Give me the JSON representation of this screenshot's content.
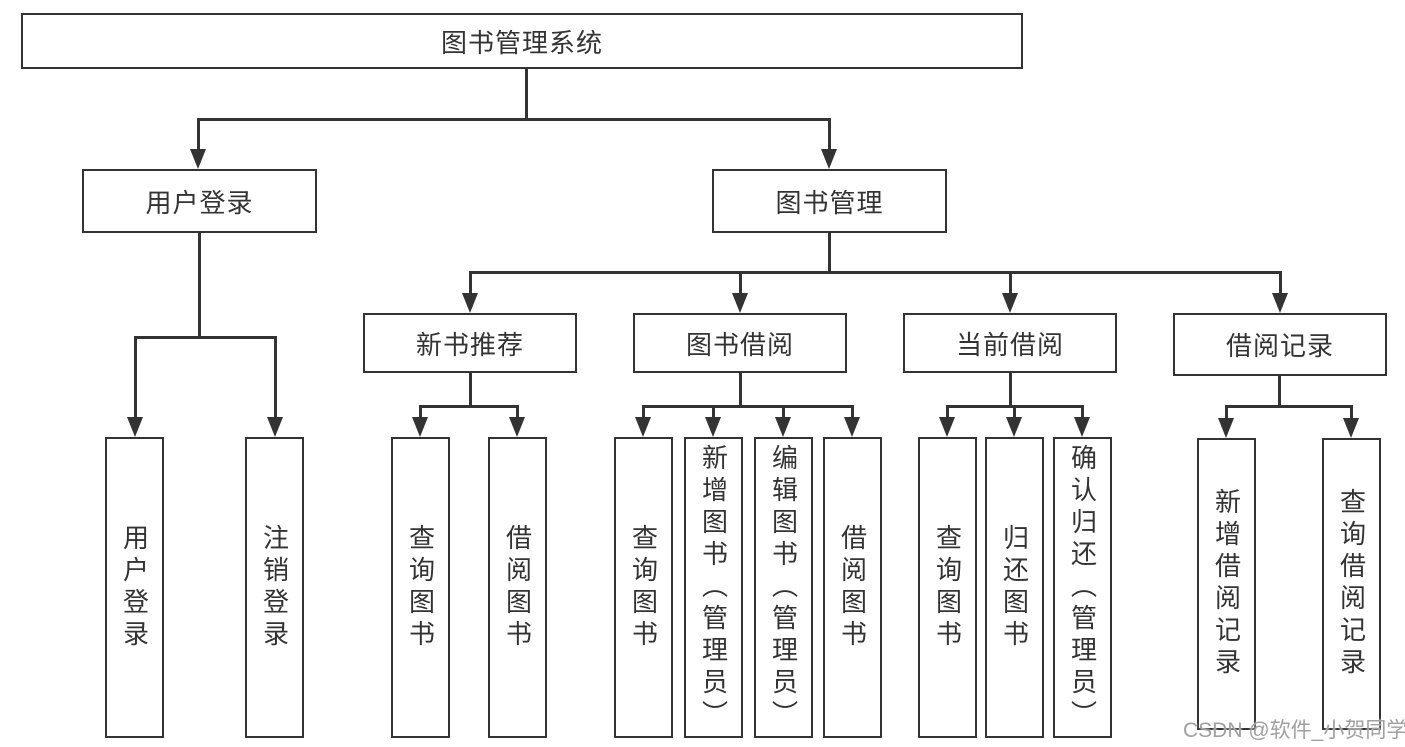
{
  "tree": {
    "root": "图书管理系统",
    "branches": [
      {
        "label": "用户登录",
        "children": [
          "用户登录",
          "注销登录"
        ]
      },
      {
        "label": "图书管理",
        "sections": [
          {
            "label": "新书推荐",
            "children": [
              "查询图书",
              "借阅图书"
            ]
          },
          {
            "label": "图书借阅",
            "children": [
              "查询图书",
              "新增图书（管理员）",
              "编辑图书（管理员）",
              "借阅图书"
            ]
          },
          {
            "label": "当前借阅",
            "children": [
              "查询图书",
              "归还图书",
              "确认归还（管理员）"
            ]
          },
          {
            "label": "借阅记录",
            "children": [
              "新增借阅记录",
              "查询借阅记录"
            ]
          }
        ]
      }
    ]
  },
  "watermark": {
    "text": "CSDN @软件_小贺同学"
  },
  "colors": {
    "line": "#333333",
    "text": "#333333",
    "background": "#ffffff",
    "watermark": "#a0a0a0"
  }
}
